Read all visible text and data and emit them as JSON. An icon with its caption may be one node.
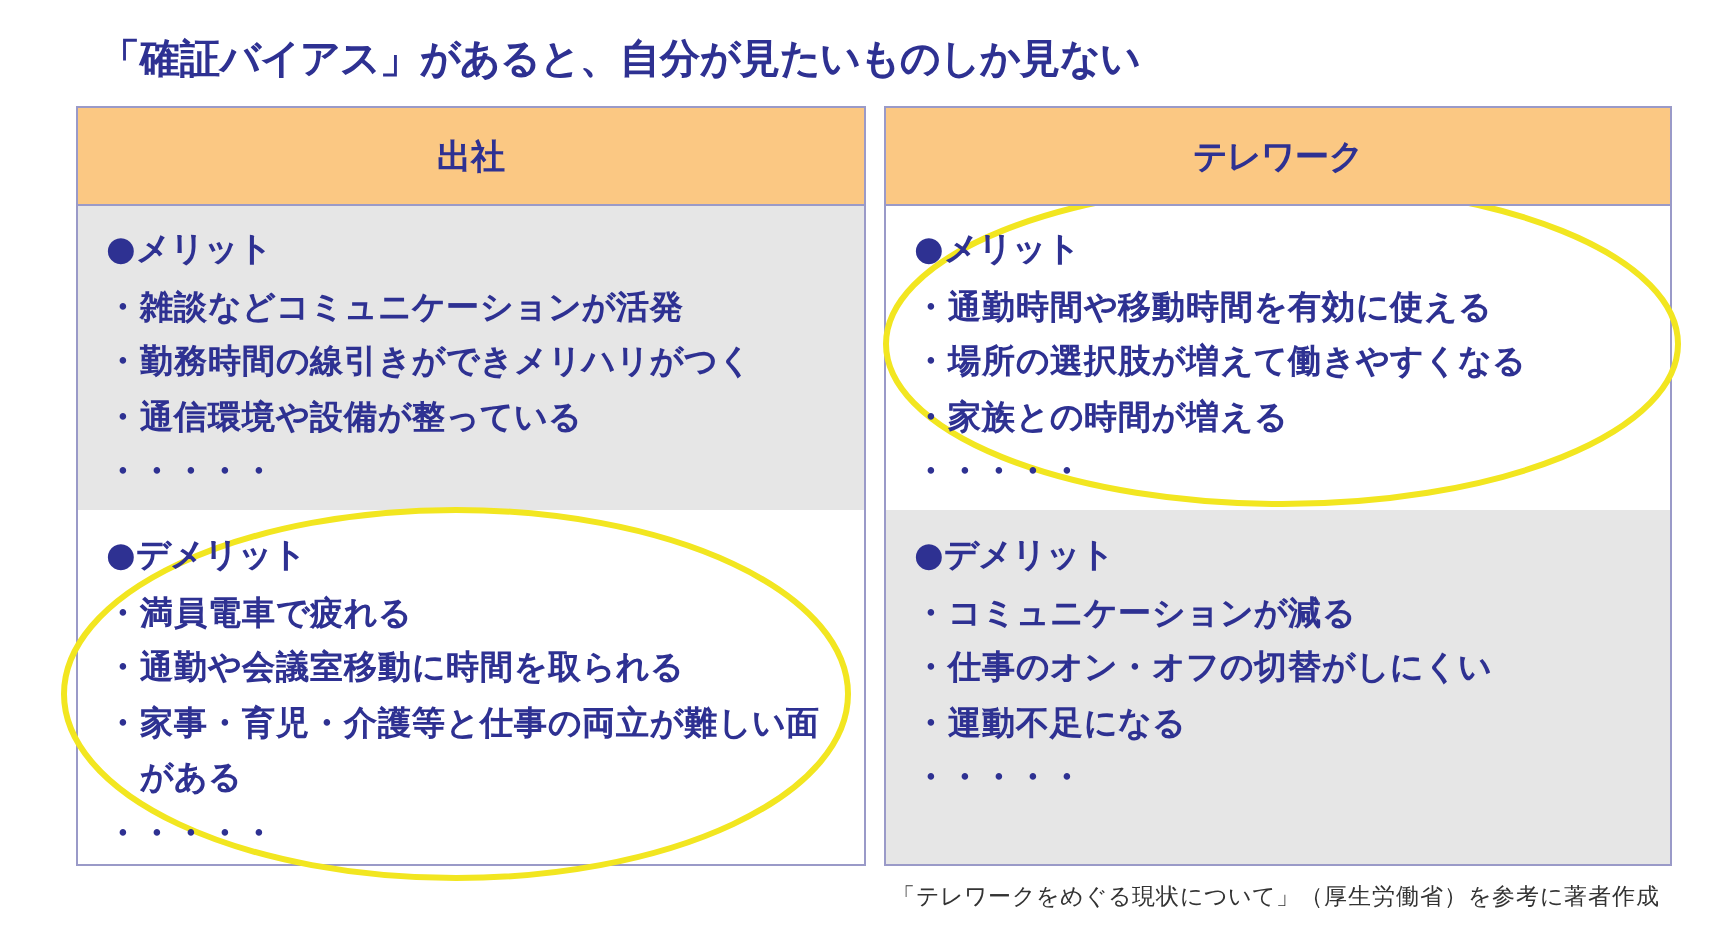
{
  "diagram": {
    "title": "「確証バイアス」があると、自分が見たいものしか見ない",
    "caption": "「テレワークをめぐる現状について」（厚生労働省）を参考に著者作成",
    "nodes": [
      {
        "text": [
          "出社"
        ]
      },
      {
        "text": [
          "●メリット",
          "・雑談などコミュニケーションが活発",
          "・勤務時間の線引きができメリハリがつく",
          "・通信環境や設備が整っている",
          "・・・・・"
        ],
        "in": 0
      },
      {
        "text": [
          "●デメリット",
          "・満員電車で疲れる",
          "・通勤や会議室移動に時間を取られる",
          "・家事・育児・介護等と仕事の両立が難しい面がある",
          "・・・・・"
        ],
        "in": 0
      },
      {
        "text": [
          "テレワーク"
        ]
      },
      {
        "text": [
          "●メリット",
          "・通勤時間や移動時間を有効に使える",
          "・場所の選択肢が増えて働きやすくなる",
          "・家族との時間が増える",
          "・・・・・"
        ],
        "in": 3
      },
      {
        "text": [
          "●デメリット",
          "・コミュニケーションが減る",
          "・仕事のオン・オフの切替がしにくい",
          "・運動不足になる",
          "・・・・・"
        ],
        "in": 3
      }
    ]
  }
}
